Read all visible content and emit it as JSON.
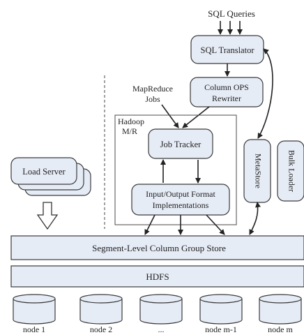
{
  "diagram": {
    "sql_queries": "SQL Queries",
    "sql_translator": "SQL Translator",
    "column_ops_line1": "Column OPS",
    "column_ops_line2": "Rewriter",
    "mapreduce_line1": "MapReduce",
    "mapreduce_line2": "Jobs",
    "hadoop_line1": "Hadoop",
    "hadoop_line2": "M/R",
    "job_tracker": "Job Tracker",
    "io_format_line1": "Input/Output Format",
    "io_format_line2": "Implementations",
    "metastore": "MetaStore",
    "bulk_loader": "Bulk Loader",
    "load_server": "Load Server",
    "segment_store": "Segment-Level Column Group Store",
    "hdfs": "HDFS",
    "nodes": [
      "node 1",
      "node 2",
      "...",
      "node m-1",
      "node m"
    ]
  }
}
